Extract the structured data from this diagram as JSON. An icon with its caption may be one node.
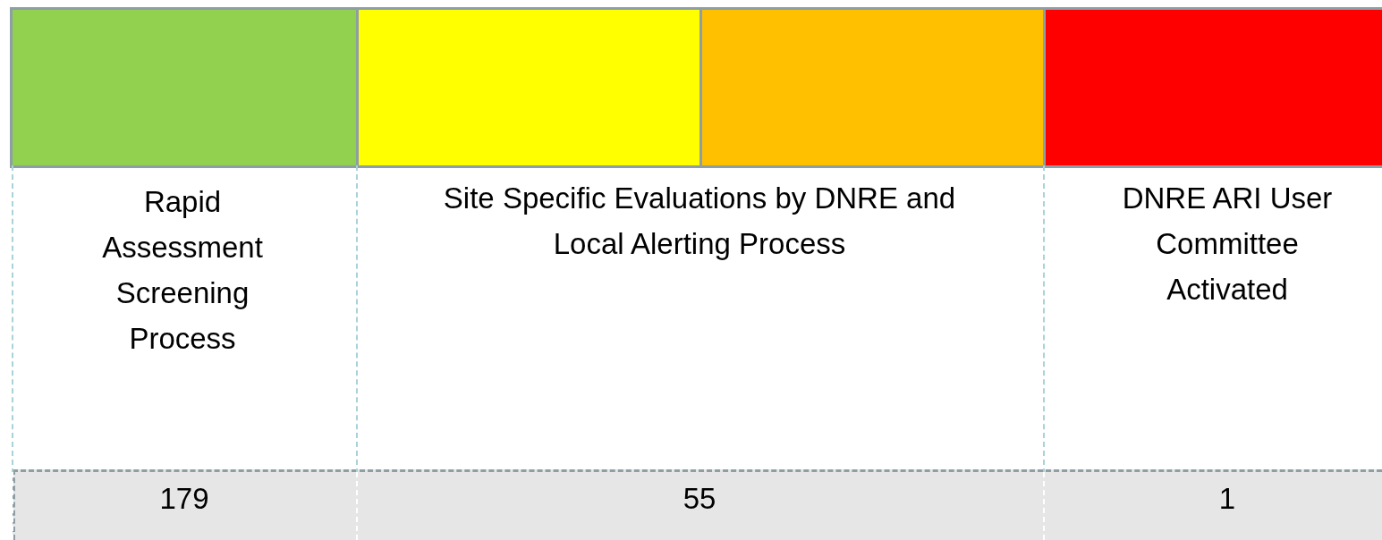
{
  "diagram": {
    "nodes": [
      {
        "text": [],
        "shape": "bar"
      },
      {
        "text": [],
        "shape": "bar"
      },
      {
        "text": [],
        "shape": "bar"
      },
      {
        "text": [],
        "shape": "bar"
      }
    ],
    "labels": [
      "Rapid Assessment Screening Process",
      "Site Specific Evaluations by DNRE and Local Alerting Process",
      "DNRE ARI User Committee Activated",
      "179",
      "55",
      "1"
    ]
  }
}
